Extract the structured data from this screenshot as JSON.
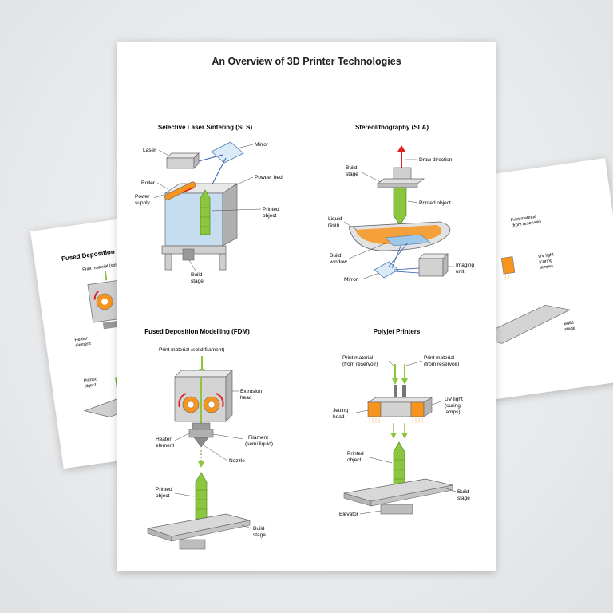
{
  "main": {
    "title": "An Overview of 3D Printer Technologies",
    "sls": {
      "heading": "Selective Laser Sintering (SLS)",
      "labels": {
        "laser": "Laser",
        "mirror": "Mirror",
        "powder_bed": "Powder bed",
        "roller": "Roller",
        "power_supply_1": "Power",
        "power_supply_2": "supply",
        "printed_1": "Printed",
        "printed_2": "object",
        "build_1": "Build",
        "build_2": "stage"
      }
    },
    "sla": {
      "heading": "Stereolithography (SLA)",
      "labels": {
        "draw": "Draw direction",
        "build_1": "Build",
        "build_2": "stage",
        "printed": "Printed object",
        "resin_1": "Liquid",
        "resin_2": "resin",
        "window_1": "Build",
        "window_2": "window",
        "mirror": "Mirror",
        "imaging_1": "Imaging",
        "imaging_2": "unit"
      }
    },
    "fdm": {
      "heading": "Fused Deposition Modelling (FDM)",
      "labels": {
        "material": "Print material (solid filament)",
        "extrusion_1": "Extrusion",
        "extrusion_2": "head",
        "heater_1": "Heater",
        "heater_2": "element",
        "filament_1": "Filament",
        "filament_2": "(semi liquid)",
        "nozzle": "Nozzle",
        "printed_1": "Printed",
        "printed_2": "object",
        "build_1": "Build",
        "build_2": "stage"
      }
    },
    "polyjet": {
      "heading": "Polyjet Printers",
      "labels": {
        "mat_left_1": "Print material",
        "mat_left_2": "(from reservoir)",
        "mat_right_1": "Print material",
        "mat_right_2": "(from reservoir)",
        "uv_1": "UV light",
        "uv_2": "(curing",
        "uv_3": "lamps)",
        "jetting_1": "Jetting",
        "jetting_2": "head",
        "printed_1": "Printed",
        "printed_2": "object",
        "elevator": "Elevator",
        "build_1": "Build",
        "build_2": "stage"
      }
    }
  },
  "left_sheet": {
    "heading": "Fused Deposition Mode",
    "material": "Print material (solid fil",
    "heater_1": "Heater",
    "heater_2": "element",
    "printed_1": "Printed",
    "printed_2": "object"
  },
  "right_sheet": {
    "mat_1": "Print material",
    "mat_2": "(from reservoir)",
    "uv_1": "UV light",
    "uv_2": "(curing",
    "uv_3": "lamps)",
    "build_1": "Build",
    "build_2": "stage"
  },
  "colors": {
    "green": "#8cc63f",
    "dark_green": "#5a9a2a",
    "orange": "#f7941d",
    "red": "#e02020",
    "blue": "#2e5aa8",
    "grey": "#c8c8c8",
    "dark_grey": "#8a8a8a"
  }
}
